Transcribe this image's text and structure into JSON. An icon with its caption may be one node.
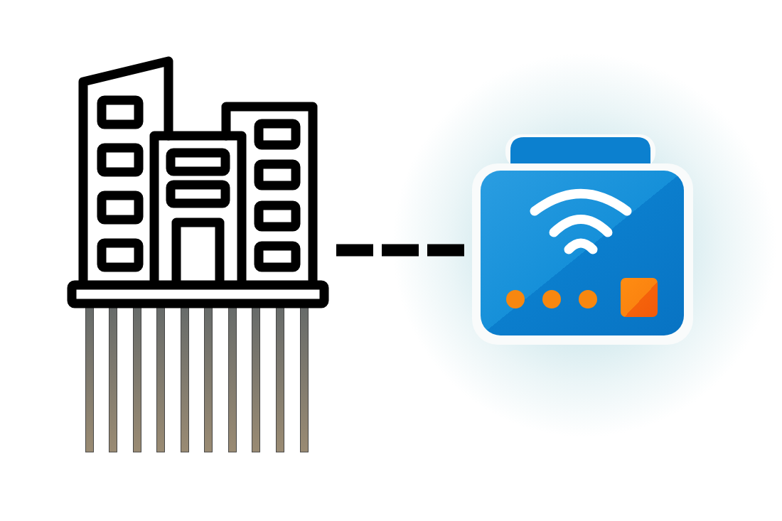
{
  "diagram": {
    "nodes": [
      {
        "text": [],
        "shape": "picture"
      },
      {
        "text": [],
        "shape": "picture"
      }
    ],
    "edges": [
      {
        "from": 0,
        "to": 1,
        "arrow": "none",
        "style": "dashed"
      }
    ]
  }
}
